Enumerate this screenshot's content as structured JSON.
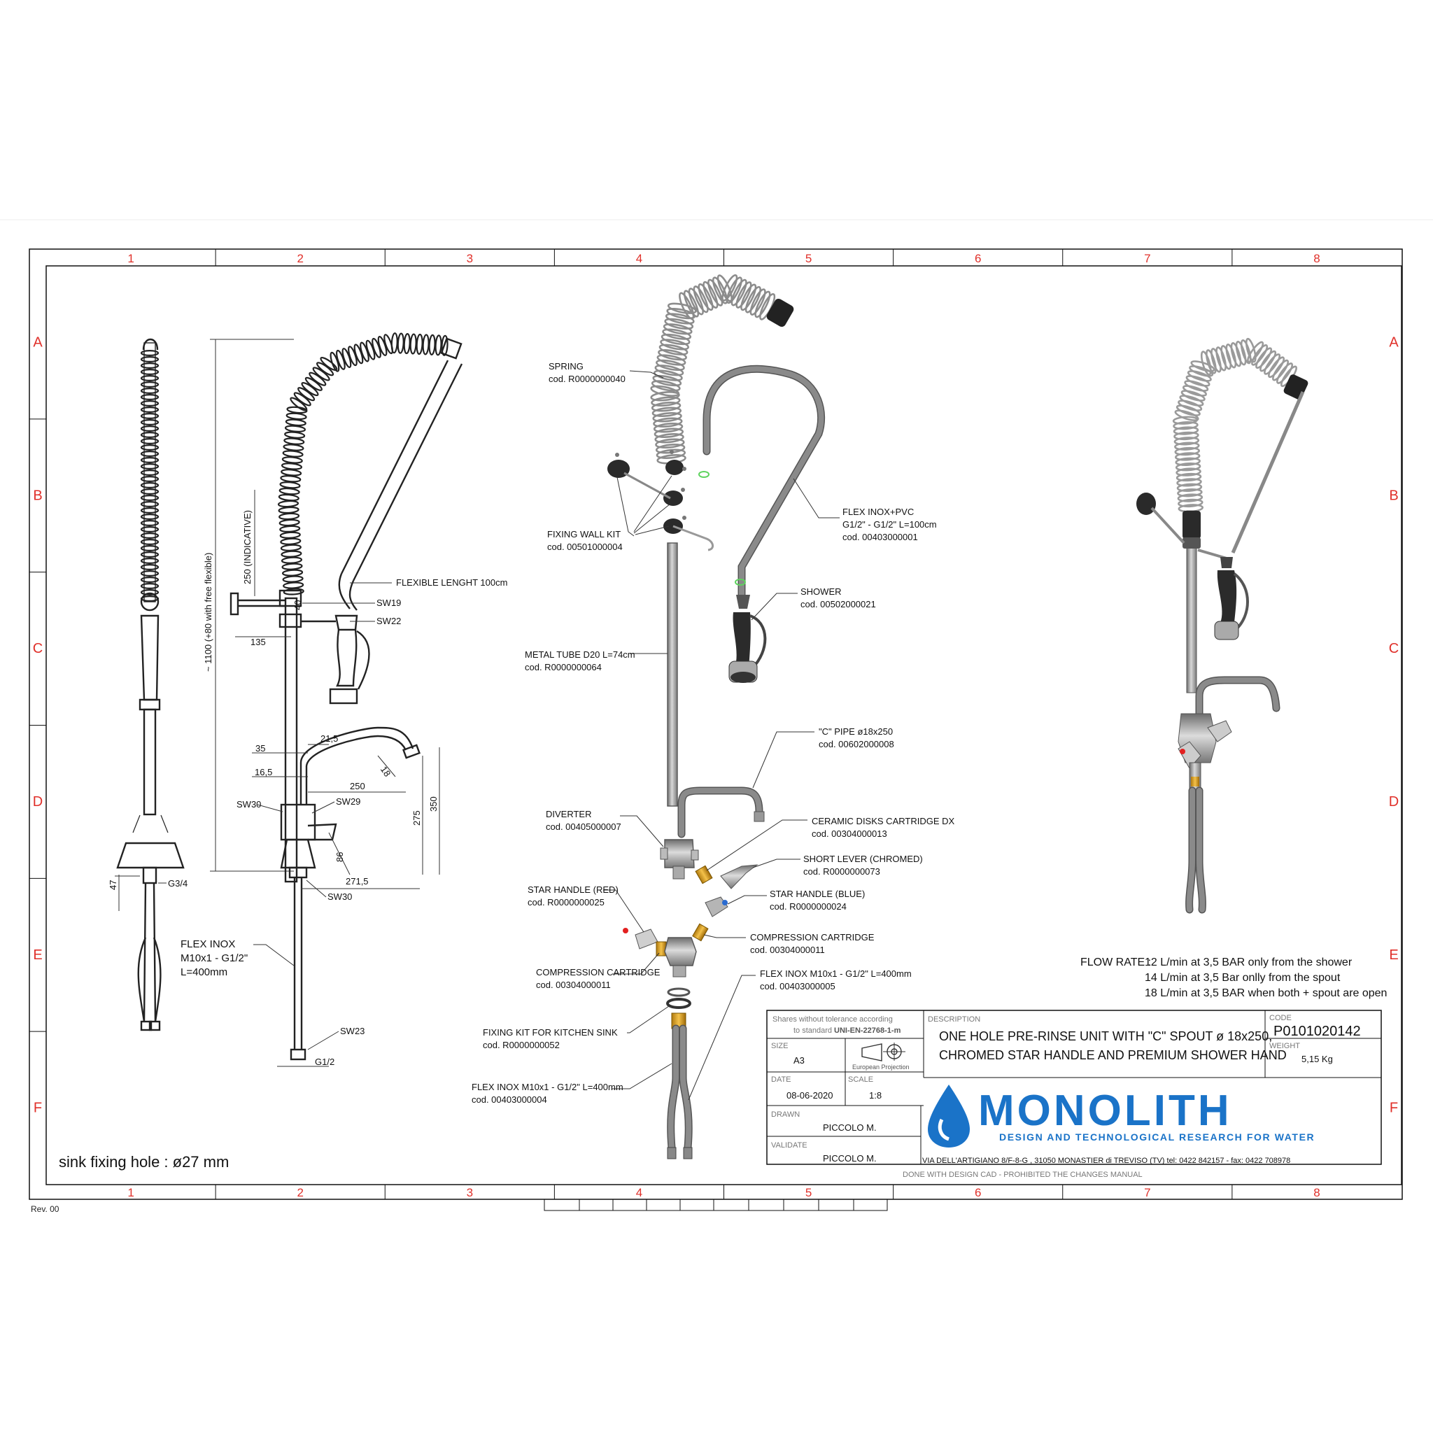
{
  "grid": {
    "columns": [
      "1",
      "2",
      "3",
      "4",
      "5",
      "6",
      "7",
      "8"
    ],
    "rows": [
      "A",
      "B",
      "C",
      "D",
      "E",
      "F"
    ]
  },
  "left_view": {
    "dimensions": {
      "g34": "G3/4",
      "d47": "47",
      "d1100": "~ 1100 (+80 with free flexible)",
      "d250ind": "250 (INDICATIVE)",
      "d135": "135",
      "d40": "40",
      "d215": "21,5",
      "d35": "35",
      "d165": "16,5",
      "d250": "250",
      "d18": "18",
      "d275": "275",
      "d350": "350",
      "d86": "86",
      "d2715": "271,5",
      "g12": "G1/2"
    },
    "labels": {
      "flexible_length": "FLEXIBLE LENGHT 100cm",
      "sw19": "SW19",
      "sw22": "SW22",
      "sw30a": "SW30",
      "sw29": "SW29",
      "sw30b": "SW30",
      "sw23": "SW23",
      "flex_inox_1": "FLEX INOX",
      "flex_inox_2": "M10x1 - G1/2\"",
      "flex_inox_3": "L=400mm"
    }
  },
  "exploded": {
    "spring_name": "SPRING",
    "spring_code": "cod. R0000000040",
    "fixing_wall_name": "FIXING WALL KIT",
    "fixing_wall_code": "cod. 00501000004",
    "flex_pvc_name": "FLEX INOX+PVC",
    "flex_pvc_spec": "G1/2\" - G1/2\" L=100cm",
    "flex_pvc_code": "cod. 00403000001",
    "shower_name": "SHOWER",
    "shower_code": "cod. 00502000021",
    "metal_tube_name": "METAL TUBE D20 L=74cm",
    "metal_tube_code": "cod. R0000000064",
    "c_pipe_name": "\"C\" PIPE ø18x250",
    "c_pipe_code": "cod. 00602000008",
    "diverter_name": "DIVERTER",
    "diverter_code": "cod. 00405000007",
    "ceramic_name": "CERAMIC DISKS CARTRIDGE DX",
    "ceramic_code": "cod. 00304000013",
    "short_lever_name": "SHORT LEVER (CHROMED)",
    "short_lever_code": "cod. R0000000073",
    "star_red_name": "STAR HANDLE (RED)",
    "star_red_code": "cod. R0000000025",
    "star_blue_name": "STAR HANDLE (BLUE)",
    "star_blue_code": "cod. R0000000024",
    "comp_r_name": "COMPRESSION CARTRIDGE",
    "comp_r_code": "cod. 00304000011",
    "comp_l_name": "COMPRESSION CARTRIDGE",
    "comp_l_code": "cod. 00304000011",
    "flex_r_name": "FLEX INOX M10x1 - G1/2\" L=400mm",
    "flex_r_code": "cod. 00403000005",
    "fix_sink_name": "FIXING KIT FOR KITCHEN SINK",
    "fix_sink_code": "cod. R0000000052",
    "flex_l_name": "FLEX INOX M10x1 - G1/2\" L=400mm",
    "flex_l_code": "cod. 00403000004"
  },
  "flow_rate": {
    "label": "FLOW RATE :",
    "line1": "12 L/min at 3,5 BAR only from the shower",
    "line2": "14 L/min at 3,5 Bar onlly from the spout",
    "line3": "18 L/min at 3,5 BAR when both + spout are open"
  },
  "sink_hole": "sink fixing hole : ø27 mm",
  "title_block": {
    "tolerance_1": "Shares without tolerance according",
    "tolerance_2": "to standard",
    "tolerance_std": "UNI-EN-22768-1-m",
    "description_label": "DESCRIPTION",
    "description_1": "ONE HOLE PRE-RINSE UNIT WITH \"C\" SPOUT ø 18x250,",
    "description_2": "CHROMED STAR HANDLE AND PREMIUM SHOWER HAND",
    "code_label": "CODE",
    "code": "P0101020142",
    "weight_label": "WEIGHT",
    "weight": "5,15 Kg",
    "size_label": "SIZE",
    "size": "A3",
    "projection": "European Projection",
    "date_label": "DATE",
    "date": "08-06-2020",
    "scale_label": "SCALE",
    "scale": "1:8",
    "drawn_label": "DRAWN",
    "drawn": "PICCOLO M.",
    "validate_label": "VALIDATE",
    "validate": "PICCOLO M.",
    "brand": "MONOLITH",
    "tagline": "DESIGN AND TECHNOLOGICAL RESEARCH FOR WATER",
    "address": "VIA DELL'ARTIGIANO 8/F-8-G , 31050 MONASTIER di TREVISO (TV) tel: 0422 842157 - fax: 0422 708978",
    "footer": "DONE WITH DESIGN CAD - PROHIBITED THE CHANGES MANUAL"
  },
  "revision": "Rev. 00",
  "colors": {
    "grid_red": "#e0302a",
    "brand_blue": "#1a73c8"
  }
}
